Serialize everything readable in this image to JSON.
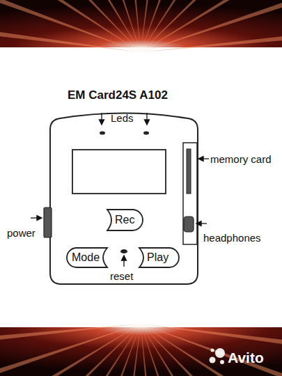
{
  "diagram": {
    "title": "EM Card24S A102",
    "nodes": [
      {
        "text": [
          "Rec"
        ]
      },
      {
        "text": [
          "Mode"
        ]
      },
      {
        "text": [
          "Play"
        ]
      }
    ],
    "labels": [
      "Leds",
      "memory card",
      "headphones",
      "power",
      "reset",
      "Avito"
    ]
  }
}
